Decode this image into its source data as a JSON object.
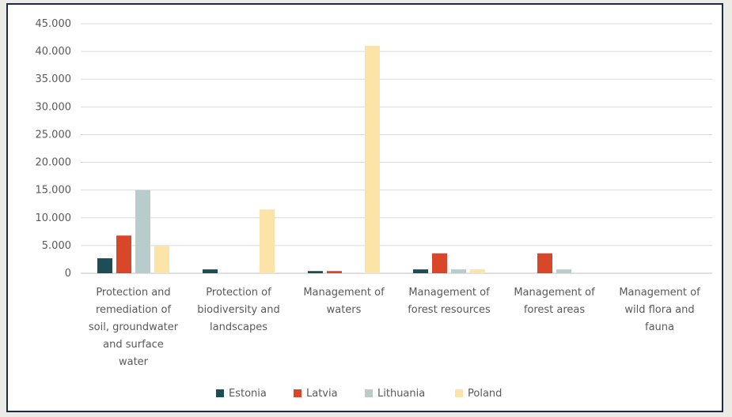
{
  "chart_data": {
    "type": "bar",
    "title": "",
    "xlabel": "",
    "ylabel": "",
    "ylim": [
      0,
      45000
    ],
    "yticks": [
      0,
      5000,
      10000,
      15000,
      20000,
      25000,
      30000,
      35000,
      40000,
      45000
    ],
    "ytick_labels": [
      "0",
      "5.000",
      "10.000",
      "15.000",
      "20.000",
      "25.000",
      "30.000",
      "35.000",
      "40.000",
      "45.000"
    ],
    "grid": true,
    "legend_position": "bottom",
    "categories": [
      [
        "Protection and",
        "remediation of",
        "soil, groundwater",
        "and surface",
        "water"
      ],
      [
        "Protection of",
        "biodiversity and",
        "landscapes"
      ],
      [
        "Management of",
        "waters"
      ],
      [
        "Management of",
        "forest resources"
      ],
      [
        "Management of",
        "forest areas"
      ],
      [
        "Management of",
        "wild flora and",
        "fauna"
      ]
    ],
    "series": [
      {
        "name": "Estonia",
        "color": "#1d4e56",
        "values": [
          2700,
          700,
          400,
          700,
          0,
          0
        ]
      },
      {
        "name": "Latvia",
        "color": "#d9472b",
        "values": [
          6800,
          0,
          400,
          3600,
          3600,
          0
        ]
      },
      {
        "name": "Lithuania",
        "color": "#b9cccc",
        "values": [
          15000,
          0,
          0,
          700,
          700,
          0
        ]
      },
      {
        "name": "Poland",
        "color": "#fce4a8",
        "values": [
          4900,
          11500,
          41000,
          700,
          0,
          0
        ]
      }
    ]
  }
}
